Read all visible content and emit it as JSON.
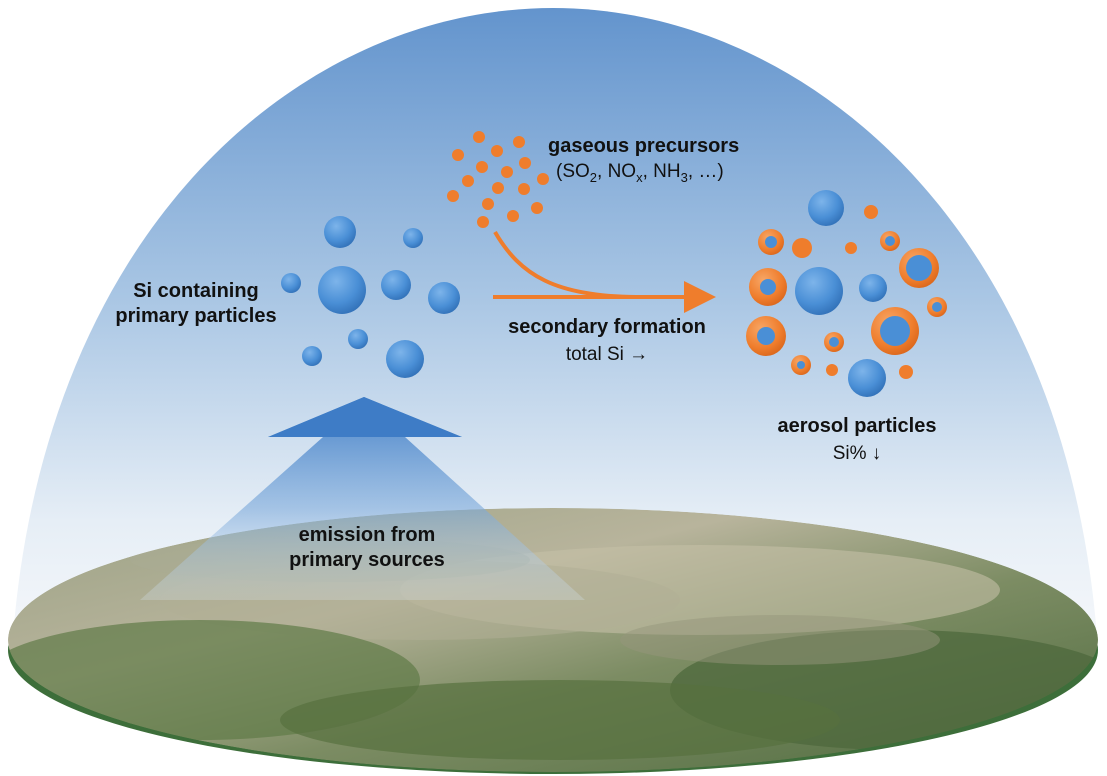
{
  "labels": {
    "gaseous_title": "gaseous precursors",
    "gaseous_list": {
      "open": "(SO",
      "so2_sub": "2",
      "sep1": ", NO",
      "nox_sub": "x",
      "sep2": ", NH",
      "nh3_sub": "3",
      "close": ", …)"
    },
    "primary_line1": "Si containing",
    "primary_line2": "primary particles",
    "secondary_title": "secondary formation",
    "secondary_sub": "total Si →",
    "aerosol_title": "aerosol particles",
    "aerosol_sub": "Si% ↓",
    "emission_line1": "emission from",
    "emission_line2": "primary sources"
  },
  "colors": {
    "sky_top": "#6a9ad0",
    "sky_bottom": "#f4f7fa",
    "primary_particle": "#4a8fd6",
    "precursor": "#ef7d2c",
    "arrow_orange": "#ef7d2c",
    "emission_arrow": "#3e7cc6",
    "ground_rim": "#3d6e3a",
    "terrain_green": "#6f8a58",
    "terrain_tan": "#b9b39a"
  },
  "icons": {
    "emission_arrow": "up-arrow",
    "formation_arrow": "curved-right-arrow"
  }
}
